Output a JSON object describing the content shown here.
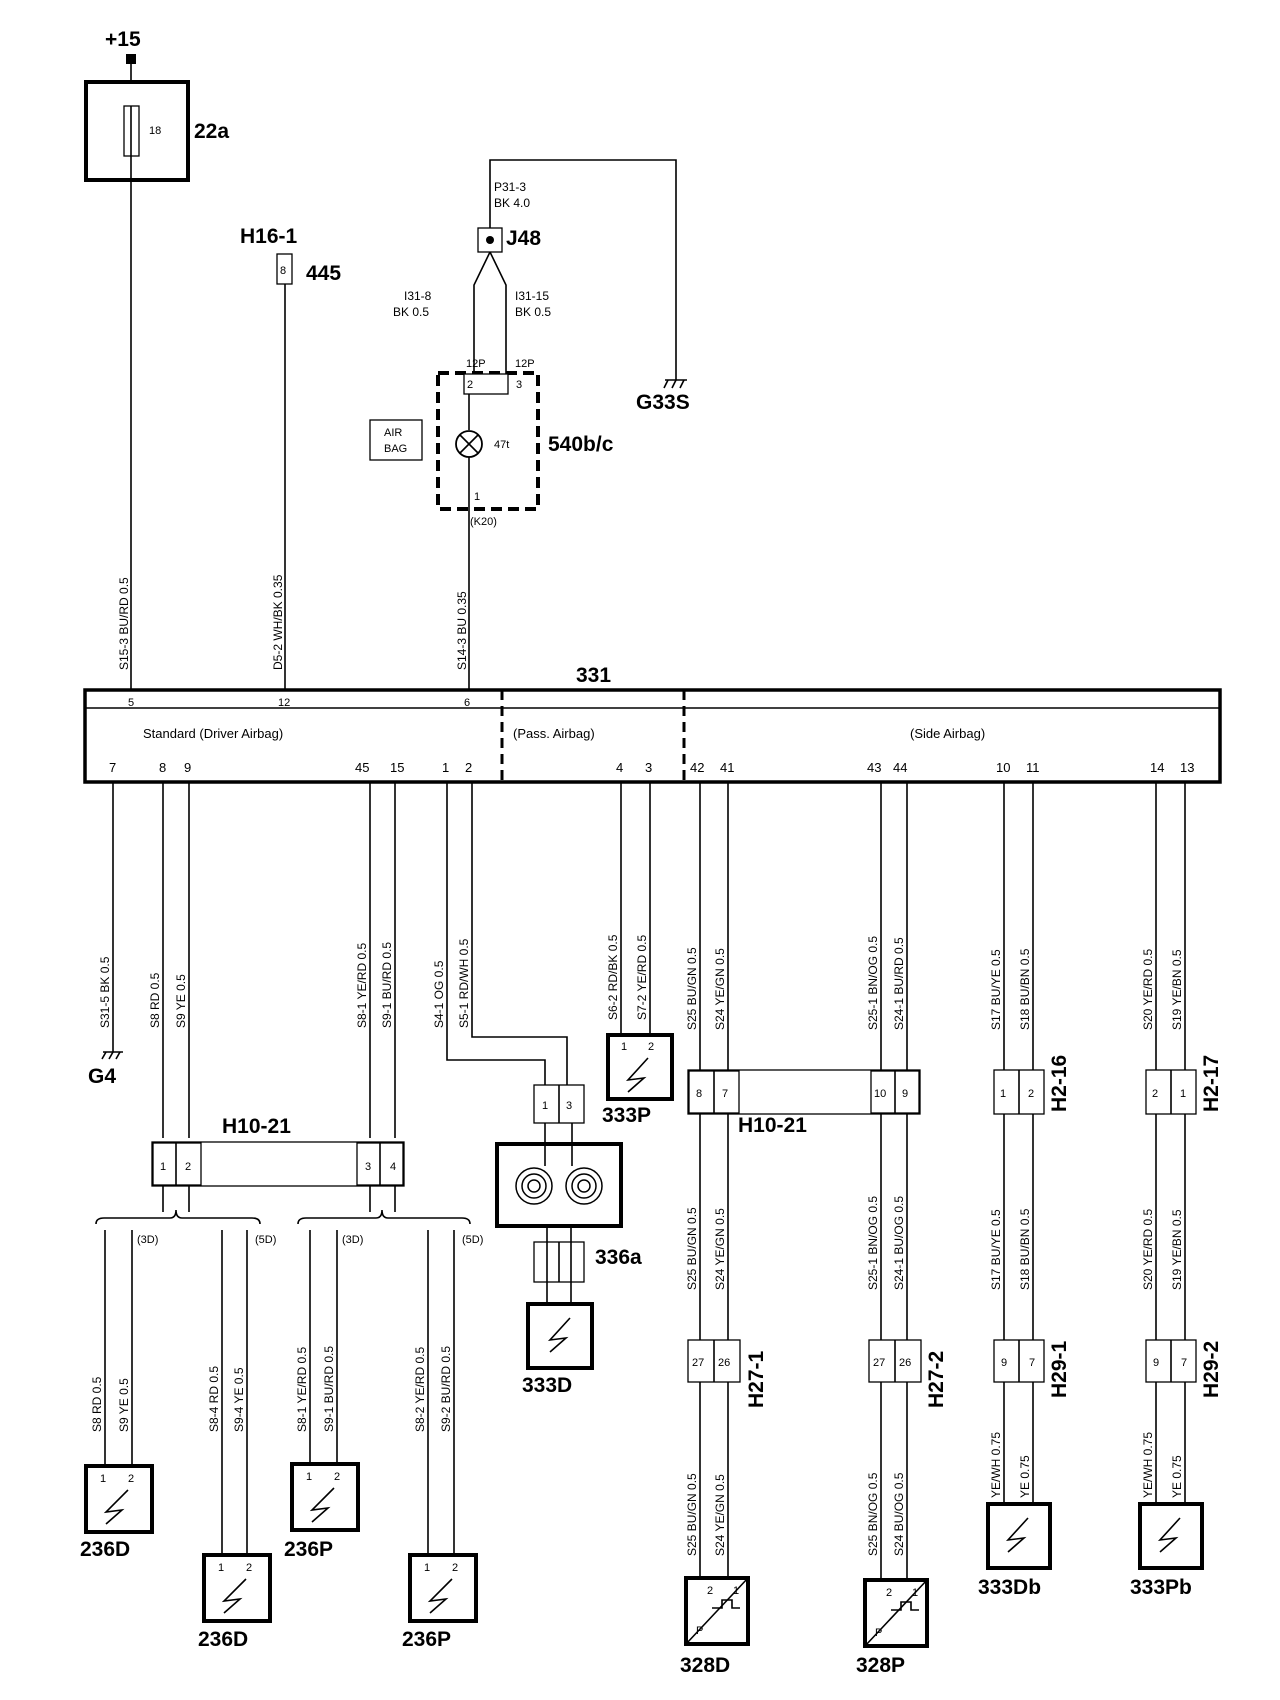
{
  "power": {
    "supply": "+15",
    "fuse_pin": "18",
    "fuse_id": "22a"
  },
  "ground_point": {
    "id": "H16-1",
    "pin": "8",
    "ref": "445"
  },
  "junction": {
    "id": "J48",
    "wire_top": "P31-3",
    "wire_top_spec": "BK 4.0",
    "wire_left": "I31-8",
    "wire_left_spec": "BK 0.5",
    "wire_right": "I31-15",
    "wire_right_spec": "BK 0.5"
  },
  "ground_top": "G33S",
  "ground_left": "G4",
  "lamp": {
    "id": "540b/c",
    "pin_a_conn": "12P",
    "pin_b_conn": "12P",
    "pin_a": "2",
    "pin_b": "3",
    "bulb": "47t",
    "label_l1": "AIR",
    "label_l2": "BAG",
    "pin_c": "1",
    "pin_c_conn": "(K20)"
  },
  "upper_wires": [
    {
      "label": "S15-3  BU/RD 0.5"
    },
    {
      "label": "D5-2  WH/BK 0.35"
    },
    {
      "label": "S14-3  BU 0.35"
    }
  ],
  "module": {
    "id": "331",
    "section_std": "Standard (Driver Airbag)",
    "section_pass": "(Pass. Airbag)",
    "section_side": "(Side Airbag)",
    "top_pins": [
      "5",
      "12",
      "6"
    ],
    "bottom_pins": [
      "7",
      "8",
      "9",
      "45",
      "15",
      "1",
      "2",
      "4",
      "3",
      "42",
      "41",
      "43",
      "44",
      "10",
      "11",
      "14",
      "13"
    ]
  },
  "mid_wires": [
    "S31-5  BK 0.5",
    "S8  RD 0.5",
    "S9  YE 0.5",
    "S8-1  YE/RD 0.5",
    "S9-1  BU/RD 0.5",
    "S4-1  OG 0.5",
    "S5-1  RD/WH 0.5",
    "S6-2  RD/BK 0.5",
    "S7-2  YE/RD 0.5",
    "S25  BU/GN 0.5",
    "S24  YE/GN 0.5",
    "S25-1  BN/OG 0.5",
    "S24-1  BU/RD 0.5",
    "S17  BU/YE 0.5",
    "S18  BU/BN 0.5",
    "S20  YE/RD 0.5",
    "S19  YE/BN 0.5"
  ],
  "connectors": {
    "h10_21_left": {
      "id": "H10-21",
      "pins": [
        "1",
        "2",
        "3",
        "4"
      ]
    },
    "h10_21_right": {
      "id": "H10-21",
      "pins": [
        "8",
        "7",
        "10",
        "9"
      ]
    },
    "clock": {
      "pins": [
        "1",
        "3"
      ]
    },
    "h2_16": {
      "id": "H2-16",
      "pins": [
        "1",
        "2"
      ]
    },
    "h2_17": {
      "id": "H2-17",
      "pins": [
        "2",
        "1"
      ]
    },
    "h27_1": {
      "id": "H27-1",
      "pins": [
        "27",
        "26"
      ]
    },
    "h27_2": {
      "id": "H27-2",
      "pins": [
        "27",
        "26"
      ]
    },
    "h29_1": {
      "id": "H29-1",
      "pins": [
        "9",
        "7"
      ]
    },
    "h29_2": {
      "id": "H29-2",
      "pins": [
        "9",
        "7"
      ]
    }
  },
  "variant_3d": "(3D)",
  "variant_5d": "(5D)",
  "lower_wires": [
    "S8  RD 0.5",
    "S9  YE 0.5",
    "S8-4  RD 0.5",
    "S9-4  YE 0.5",
    "S8-1  YE/RD 0.5",
    "S9-1  BU/RD 0.5",
    "S8-2  YE/RD 0.5",
    "S9-2  BU/RD 0.5",
    "S25  BU/GN 0.5",
    "S24  YE/GN 0.5",
    "S25-1  BN/OG 0.5",
    "S24-1  BU/OG 0.5",
    "S17  BU/YE 0.5",
    "S18  BU/BN 0.5",
    "S20  YE/RD 0.5",
    "S19  YE/BN 0.5"
  ],
  "bottom_wires": [
    "S25  BU/GN 0.5",
    "S24  YE/GN 0.5",
    "S25  BN/OG 0.5",
    "S24  BU/OG 0.5",
    "YE/WH 0.75",
    "YE 0.75",
    "YE/WH 0.75",
    "YE 0.75"
  ],
  "components": {
    "c333P": "333P",
    "c336a": "336a",
    "c333D": "333D",
    "c236D_a": "236D",
    "c236D_b": "236D",
    "c236P_a": "236P",
    "c236P_b": "236P",
    "c328D": "328D",
    "c328P": "328P",
    "c333Db": "333Db",
    "c333Pb": "333Pb",
    "sensor_p": "P",
    "pin1": "1",
    "pin2": "2"
  }
}
